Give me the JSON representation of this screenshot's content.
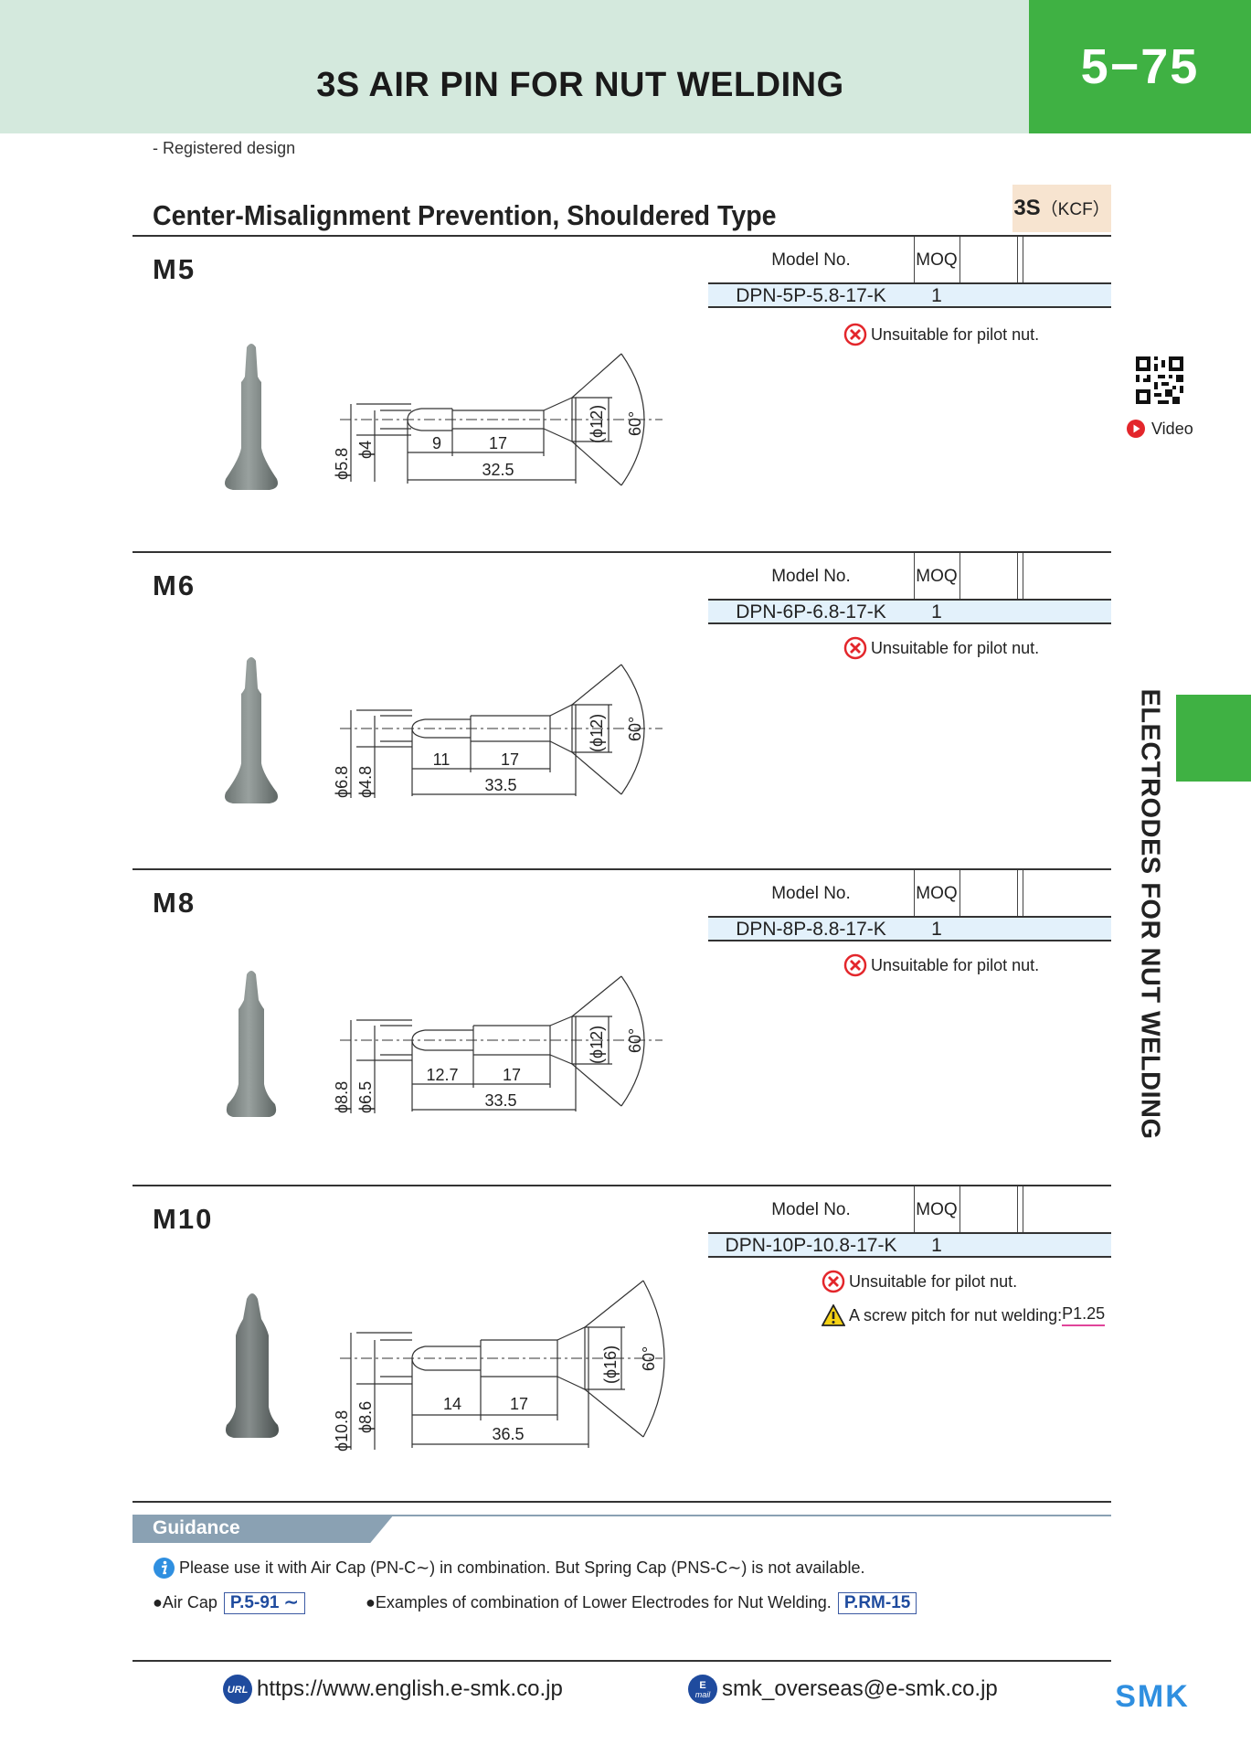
{
  "header": {
    "title": "3S AIR PIN FOR NUT WELDING",
    "page_number": "5−75",
    "registered": "- Registered design"
  },
  "section": {
    "title": "Center-Misalignment Prevention, Shouldered Type",
    "badge_main": "3S",
    "badge_sub": "（KCF）"
  },
  "table_headers": {
    "model": "Model No.",
    "moq": "MOQ"
  },
  "notes": {
    "unsuitable": "Unsuitable for pilot nut.",
    "pitch_text": "A screw pitch for nut welding: ",
    "pitch_value": "P1.25"
  },
  "items": [
    {
      "size": "M5",
      "model": "DPN-5P-5.8-17-K",
      "moq": "1",
      "dims": {
        "d_outer": "ϕ5.8",
        "d_inner": "ϕ4",
        "len_a": "9",
        "len_b": "17",
        "total": "32.5",
        "d_shoulder": "(ϕ12)",
        "angle": "60°"
      }
    },
    {
      "size": "M6",
      "model": "DPN-6P-6.8-17-K",
      "moq": "1",
      "dims": {
        "d_outer": "ϕ6.8",
        "d_inner": "ϕ4.8",
        "len_a": "11",
        "len_b": "17",
        "total": "33.5",
        "d_shoulder": "(ϕ12)",
        "angle": "60°"
      }
    },
    {
      "size": "M8",
      "model": "DPN-8P-8.8-17-K",
      "moq": "1",
      "dims": {
        "d_outer": "ϕ8.8",
        "d_inner": "ϕ6.5",
        "len_a": "12.7",
        "len_b": "17",
        "total": "33.5",
        "d_shoulder": "(ϕ12)",
        "angle": "60°"
      }
    },
    {
      "size": "M10",
      "model": "DPN-10P-10.8-17-K",
      "moq": "1",
      "dims": {
        "d_outer": "ϕ10.8",
        "d_inner": "ϕ8.6",
        "len_a": "14",
        "len_b": "17",
        "total": "36.5",
        "d_shoulder": "(ϕ16)",
        "angle": "60°"
      }
    }
  ],
  "video_label": "Video",
  "side_tab": "ELECTRODES FOR NUT WELDING",
  "guidance": {
    "title": "Guidance",
    "line1": "Please use it with Air Cap (PN-C∼) in combination. But Spring Cap (PNS-C∼) is not available.",
    "aircap_label": "●Air Cap",
    "aircap_link": "P.5-91 ∼",
    "examples_label": "●Examples of combination of Lower Electrodes for Nut Welding.",
    "examples_link": "P.RM-15"
  },
  "footer": {
    "url": "https://www.english.e-smk.co.jp",
    "email": "smk_overseas@e-smk.co.jp",
    "logo_text": "SMK"
  },
  "colors": {
    "header_bg": "#d4e9dd",
    "accent_green": "#3fb143",
    "table_row_bg": "#e3f1fb",
    "badge_bg": "#f7e4d0",
    "guidance_bar": "#8aa1b3",
    "link_blue": "#1f4b9e"
  }
}
